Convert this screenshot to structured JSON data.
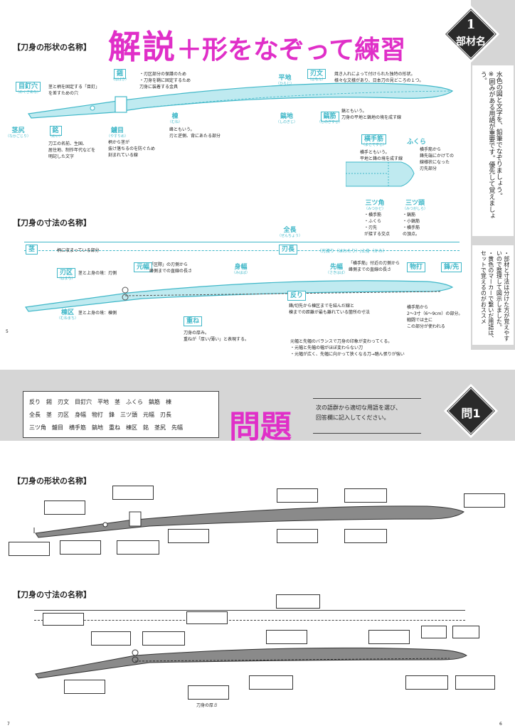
{
  "page_top": {
    "header_section": "【刀身の形状の名称】",
    "main_title": "解説",
    "main_title_plus": "＋形をなぞって練習",
    "badge": {
      "number": "1",
      "label": "部材名"
    },
    "side_note_1": "水色の図と文字を、鉛筆でなぞりましょう。",
    "side_note_2": "※囲みがある用語が重要です。優先して覚えましょう。",
    "side_note_3": "・部材と寸法は分けた方が覚えやすいので整理して図示しました。",
    "side_note_4": "・黄色のマーカーで繋いだ用語は、セットで覚えるのがおススメ",
    "shape_terms": [
      {
        "name": "目釘穴",
        "ruby": "（めくぎあな）",
        "desc": "茎と柄を固定する「目釘」を差すための穴"
      },
      {
        "name": "鎺",
        "ruby": "（はばき）",
        "desc": "・刃区部分の保護のため\n・刀身を鞘に固定するため\n刀身に装着する金具"
      },
      {
        "name": "茎尻",
        "ruby": "（なかごじり）",
        "desc": ""
      },
      {
        "name": "銘",
        "ruby": "（めい）",
        "desc": "刀工の名前、生国、\n居住地、制作年代などを\n明記した文字"
      },
      {
        "name": "鑢目",
        "ruby": "（やすりめ）",
        "desc": "柄から茎が\n抜け落ちるのを防ぐため\n刻まれている線"
      },
      {
        "name": "棟",
        "ruby": "（むね）",
        "desc": "峰ともいう。\n刃と逆側、背にあたる部分"
      },
      {
        "name": "平地",
        "ruby": "（ひらじ）",
        "desc": ""
      },
      {
        "name": "刃文",
        "ruby": "（はもん）",
        "desc": "焼き入れによって付けられた独特の形状。\n様々な文様があり、日本刀の見どころの１つ。"
      },
      {
        "name": "鎬地",
        "ruby": "（しのぎじ）",
        "desc": ""
      },
      {
        "name": "鎬筋",
        "ruby": "（しのぎすじ）",
        "desc": "鎬ともいう。\n刀身の平地と鎬地の境を成す線"
      },
      {
        "name": "横手筋",
        "ruby": "（よこてすじ）",
        "desc": "横手ともいう。\n平地と鋒の境を成す線"
      },
      {
        "name": "ふくら",
        "ruby": "",
        "desc": "横手筋から\n鋒先端にかけての\n線様状になった\n刃先部分"
      },
      {
        "name": "三ツ角",
        "ruby": "（みつかど）",
        "desc": "・横手筋\n・ふくら\n・刃先\nが接する交点"
      },
      {
        "name": "三ツ頭",
        "ruby": "（みつがしら）",
        "desc": "・鎬筋\n・小鎬筋\n・横手筋\nの頂点。"
      }
    ],
    "dim_section": "【刀身の寸法の名称】",
    "dim_terms": {
      "zencho": {
        "name": "全長",
        "ruby": "（ぜんちょう）"
      },
      "nakago": {
        "name": "茎",
        "ruby": "（なかご）",
        "desc": "柄に収まっている部分"
      },
      "hacho": {
        "name": "刃長",
        "ruby": "（はちょう）",
        "desc": "（刃渡り（はわたり）/上身（かみ）"
      },
      "moto": {
        "name": "元幅",
        "ruby": "（もとはば）",
        "desc": "「区際」の刃側から\n峰側までの直線の長さ"
      },
      "mihaba": {
        "name": "身幅",
        "ruby": "（みはば）"
      },
      "saki": {
        "name": "先幅",
        "ruby": "（さきはば）",
        "desc": "「横手筋」付近の刃側から\n峰側までの直線の長さ"
      },
      "monouchi": {
        "name": "物打",
        "ruby": "（ものうち）"
      },
      "kissaki": {
        "name": "鋒/先",
        "ruby": "（きっさき）"
      },
      "hamachi": {
        "name": "刃区",
        "ruby": "（はまち）",
        "desc": "茎と上身の境：刃側"
      },
      "munemachi": {
        "name": "棟区",
        "ruby": "（むねまち）",
        "desc": "茎と上身の境：棟側"
      },
      "sori": {
        "name": "反り",
        "ruby": "（そり）",
        "desc": "鋒/切先から棟区までを結んだ線と\n棟までの距離が最も離れている箇所の寸法"
      },
      "kasane": {
        "name": "重ね",
        "ruby": "（かさね）",
        "desc": "刀身の厚み。\n重ねが「厚い/薄い」と表現する。"
      },
      "monouchi_desc": "横手筋から\n2〜3寸（6〜9cm）の部分。\n戦闘では主に\nこの部分が使われる",
      "balance_note": "元幅と先幅のバランスで刀身の印象が変わってくる。\n・元幅と先幅の幅がほぼ変わらない刀\n・元幅が広く、先幅に向かって狭くなる刀→踏ん張りが強い"
    },
    "page_number": "5"
  },
  "page_bottom": {
    "word_bank": [
      "反り",
      "鎺",
      "刃文",
      "目釘穴",
      "平地",
      "茎",
      "ふくら",
      "鎬筋",
      "棟",
      "全長",
      "茎",
      "刃区",
      "身幅",
      "物打",
      "鋒",
      "三ツ頭",
      "元幅",
      "刃長",
      "三ツ角",
      "鑢目",
      "横手筋",
      "鎬地",
      "重ね",
      "棟区",
      "銘",
      "茎尻",
      "先幅"
    ],
    "word_bank_rows": [
      "反り　鎺　刃文　目釘穴　平地　茎　ふくら　鎬筋　棟",
      "全長　茎　刃区　身幅　物打　鋒　三ツ頭　元幅　刃長",
      "三ツ角　鑢目　横手筋　鎬地　重ね　棟区　銘　茎尻　先幅"
    ],
    "question_title": "問題",
    "instruction": "次の語群から適切な用語を選び、\n回答欄に記入してください。",
    "badge_label": "問1",
    "shape_section": "【刀身の形状の名称】",
    "dim_section": "【刀身の寸法の名称】",
    "thickness_label": "刀身の厚さ",
    "page_number_left": "7",
    "page_number_right": "6"
  },
  "colors": {
    "title_magenta": "#e02fc8",
    "cyan": "#3fb7c8",
    "yellow": "#f4e98a",
    "gray_band": "#d6d6d6",
    "badge_dark": "#2a2a2a"
  }
}
